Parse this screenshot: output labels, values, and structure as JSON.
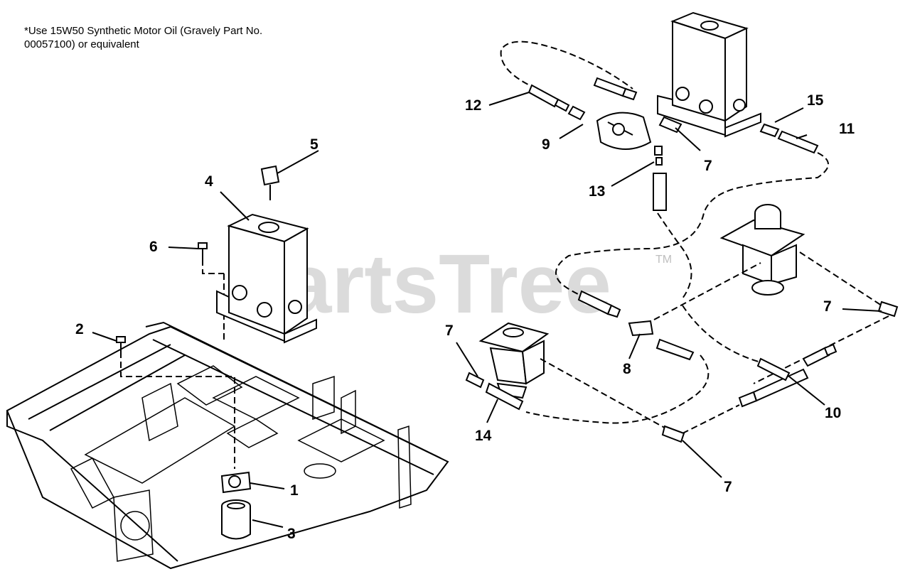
{
  "note": {
    "line1": "*Use 15W50 Synthetic Motor Oil (Gravely Part No.",
    "line2": "00057100) or equivalent"
  },
  "watermark": {
    "text": "PartsTree",
    "tm": "TM"
  },
  "callouts": [
    {
      "id": "c1",
      "label": "1"
    },
    {
      "id": "c2",
      "label": "2"
    },
    {
      "id": "c3",
      "label": "3"
    },
    {
      "id": "c4",
      "label": "4"
    },
    {
      "id": "c5",
      "label": "5"
    },
    {
      "id": "c6",
      "label": "6"
    },
    {
      "id": "c7a",
      "label": "7"
    },
    {
      "id": "c7b",
      "label": "7"
    },
    {
      "id": "c7c",
      "label": "7"
    },
    {
      "id": "c7d",
      "label": "7"
    },
    {
      "id": "c8",
      "label": "8"
    },
    {
      "id": "c9",
      "label": "9"
    },
    {
      "id": "c10",
      "label": "10"
    },
    {
      "id": "c11",
      "label": "11"
    },
    {
      "id": "c12",
      "label": "12"
    },
    {
      "id": "c13",
      "label": "13"
    },
    {
      "id": "c14",
      "label": "14"
    },
    {
      "id": "c15",
      "label": "15"
    }
  ]
}
